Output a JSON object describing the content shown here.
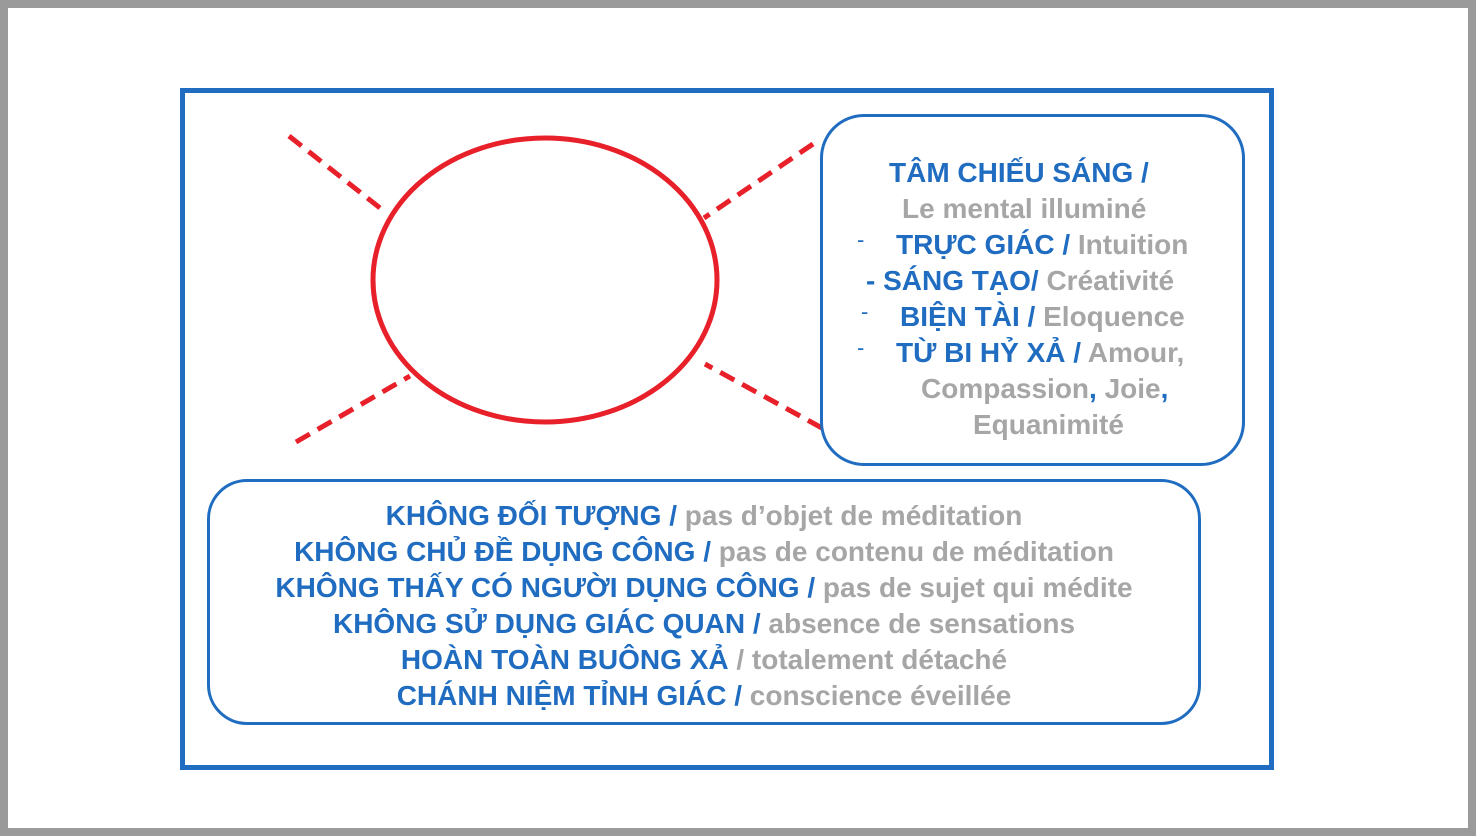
{
  "colors": {
    "accent": "#1f6cc0",
    "sun": "#e8202a",
    "secondary_text": "#a6a6a6"
  },
  "right_box": {
    "title": "TÂM CHIẾU SÁNG /",
    "subtitle": "Le mental illuminé",
    "items": [
      {
        "bullet": "-",
        "vi": "TRỰC GIÁC",
        "sep": " / ",
        "fr": "Intuition"
      },
      {
        "bullet": "- ",
        "vi": "SÁNG TẠO/",
        "sep": " ",
        "fr": "Créativité"
      },
      {
        "bullet": "-",
        "vi": "BIỆN TÀI",
        "sep": " / ",
        "fr": "Eloquence"
      },
      {
        "bullet": "-",
        "vi": "TỪ BI HỶ XẢ",
        "sep": " / ",
        "fr": "Amour,"
      }
    ],
    "continuation": {
      "part1": "Compassion",
      "comma1": ",",
      "part2": " Joie",
      "comma2": ",",
      "part3": "Equanimité"
    }
  },
  "bottom_box": {
    "rows": [
      {
        "vi": "KHÔNG ĐỐI TƯỢNG /",
        "fr": " pas d’objet de méditation"
      },
      {
        "vi": "KHÔNG CHỦ ĐỀ DỤNG CÔNG /",
        "fr": " pas de contenu de méditation"
      },
      {
        "vi": "KHÔNG THẤY CÓ NGƯỜI DỤNG CÔNG /",
        "fr": " pas de sujet qui médite"
      },
      {
        "vi": "KHÔNG SỬ DỤNG GIÁC QUAN /",
        "fr": " absence de sensations"
      },
      {
        "vi": "HOÀN TOÀN BUÔNG XẢ",
        "fr": " / totalement détaché"
      },
      {
        "vi": "CHÁNH NIỆM TỈNH GIÁC /",
        "fr": " conscience éveillée"
      }
    ]
  }
}
